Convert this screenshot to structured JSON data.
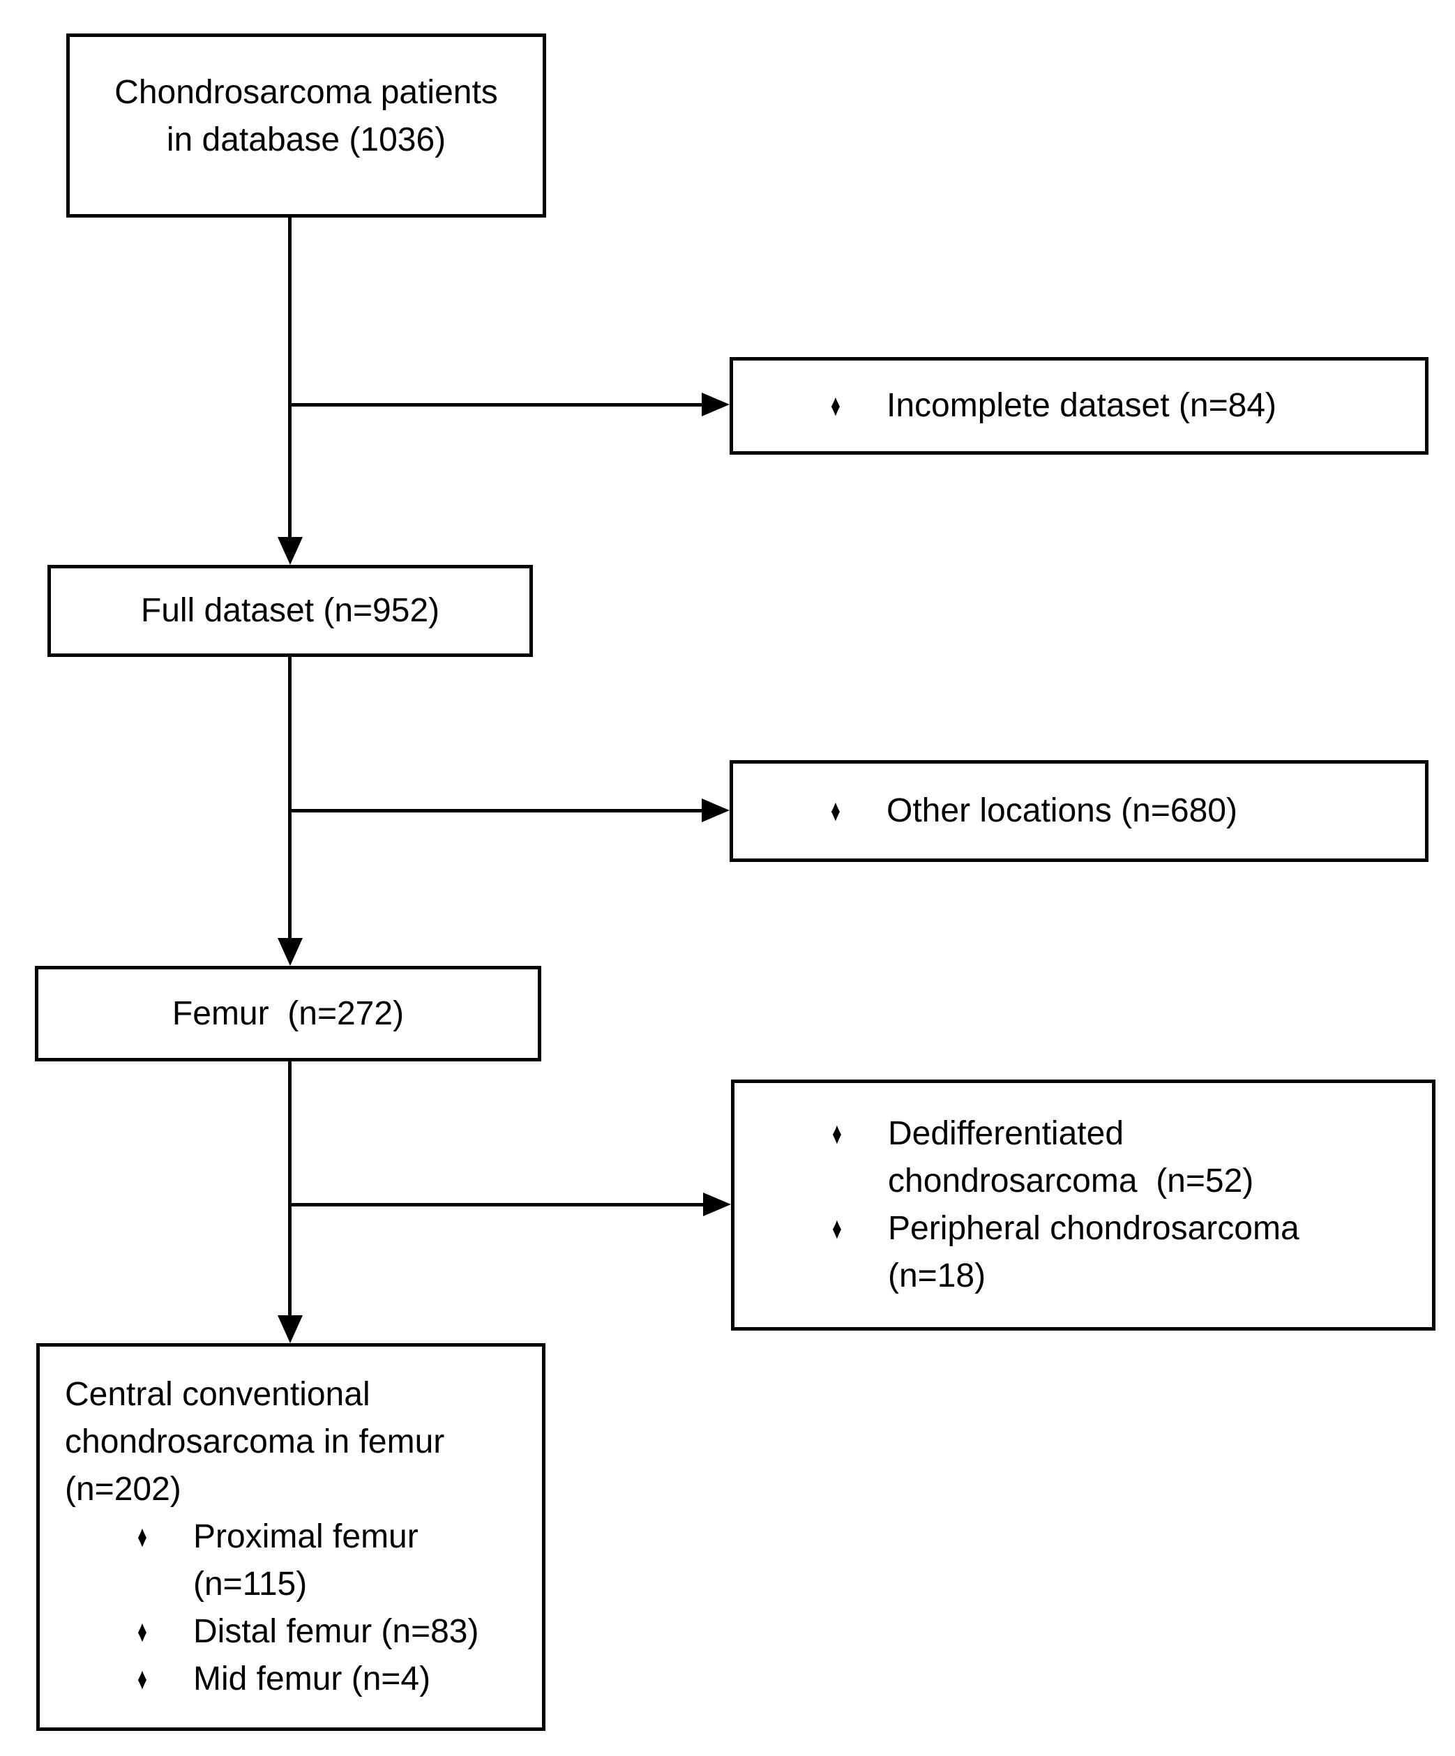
{
  "diagram": {
    "background_color": "#ffffff",
    "line_color": "#000000",
    "text_color": "#000000",
    "bullet_glyph": "♦",
    "nodes": {
      "database": {
        "lines": [
          "Chondrosarcoma patients",
          "in database (1036)"
        ]
      },
      "incomplete": {
        "items": [
          "Incomplete dataset (n=84)"
        ]
      },
      "full": {
        "label": "Full dataset (n=952)"
      },
      "other": {
        "items": [
          "Other locations (n=680)"
        ]
      },
      "femur": {
        "label": "Femur  (n=272)"
      },
      "dedifferentiated": {
        "items": [
          "Dedifferentiated chondrosarcoma  (n=52)",
          "Peripheral chondrosarcoma (n=18)"
        ]
      },
      "central": {
        "title_lines": [
          "Central conventional",
          "chondrosarcoma in femur",
          "(n=202)"
        ],
        "items": [
          "Proximal femur (n=115)",
          "Distal femur (n=83)",
          "Mid femur (n=4)"
        ]
      }
    }
  }
}
